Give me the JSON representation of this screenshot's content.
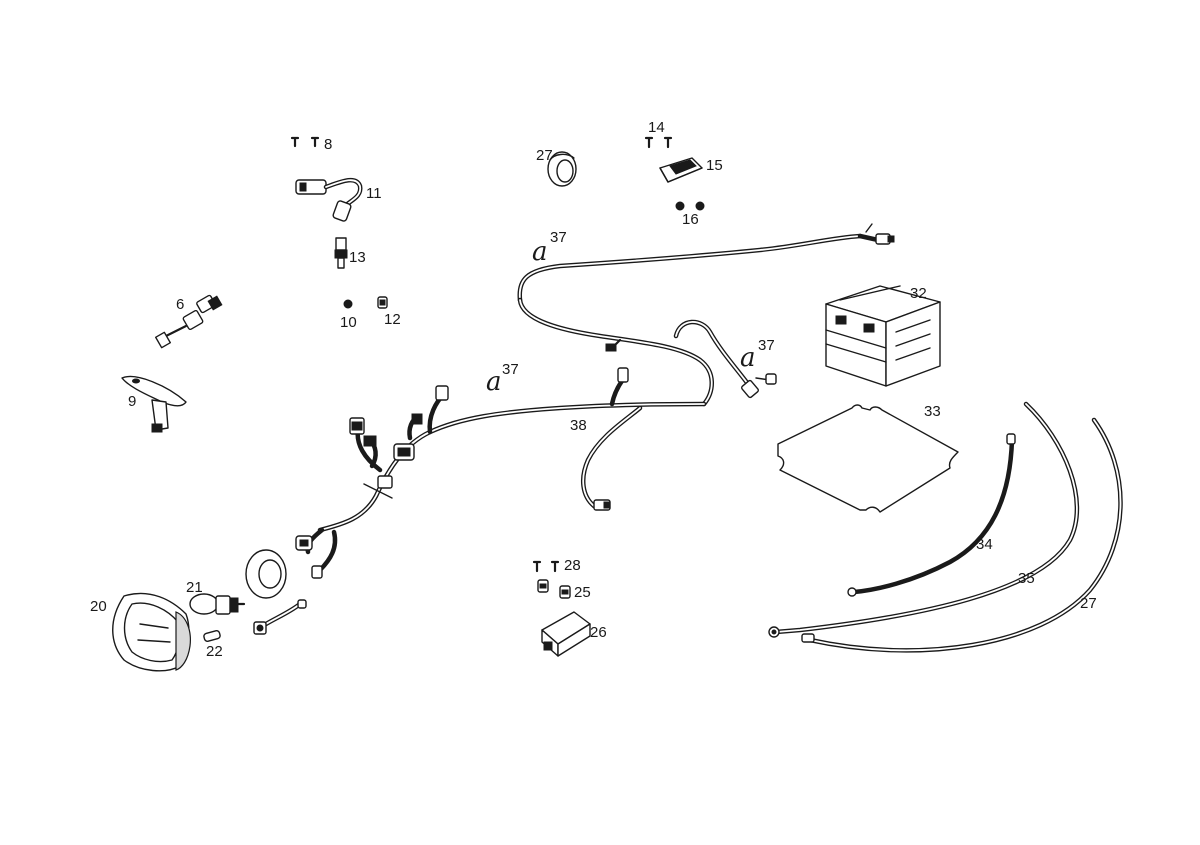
{
  "labels": {
    "p8": "8",
    "p11": "11",
    "p13": "13",
    "p10": "10",
    "p12": "12",
    "p6": "6",
    "p9": "9",
    "p14": "14",
    "p15": "15",
    "p16": "16",
    "p27a": "27",
    "p37a": "37",
    "p37b": "37",
    "p37c": "37",
    "p38": "38",
    "p32": "32",
    "p33": "33",
    "p34": "34",
    "p35": "35",
    "p27b": "27",
    "p28": "28",
    "p25": "25",
    "p26": "26",
    "p20": "20",
    "p21": "21",
    "p22": "22"
  },
  "symbols": {
    "clip_mark": "a"
  }
}
